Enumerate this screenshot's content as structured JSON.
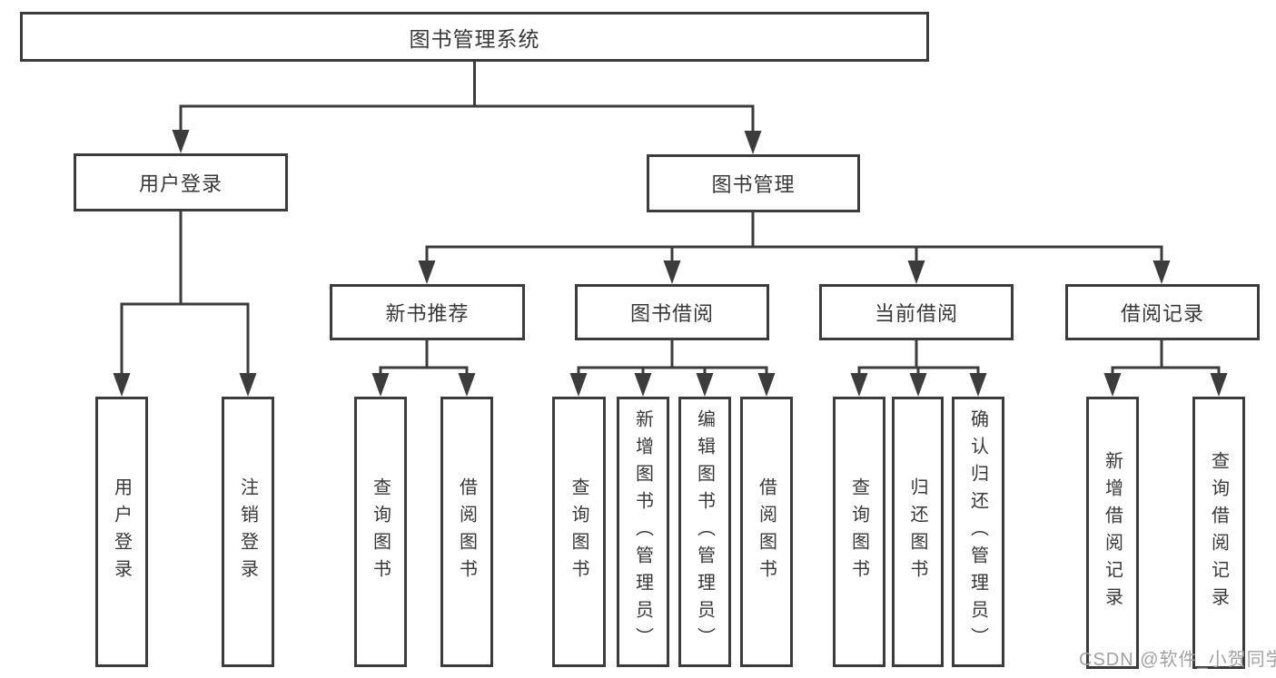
{
  "diagram": {
    "root": {
      "label": "图书管理系统"
    },
    "branches": [
      {
        "label": "用户登录",
        "leaves": [
          "用户登录",
          "注销登录"
        ]
      },
      {
        "label": "图书管理",
        "groups": [
          {
            "label": "新书推荐",
            "leaves": [
              "查询图书",
              "借阅图书"
            ]
          },
          {
            "label": "图书借阅",
            "leaves": [
              "查询图书",
              "新增图书（管理员）",
              "编辑图书（管理员）",
              "借阅图书"
            ]
          },
          {
            "label": "当前借阅",
            "leaves": [
              "查询图书",
              "归还图书",
              "确认归还（管理员）"
            ]
          },
          {
            "label": "借阅记录",
            "leaves": [
              "新增借阅记录",
              "查询借阅记录"
            ]
          }
        ]
      }
    ]
  },
  "watermark": {
    "text": "CSDN @软件_小贺同学"
  },
  "colors": {
    "line": "#3c3c3c",
    "text": "#383838",
    "box_background": "#ffffff",
    "watermark": "#a2a2a2",
    "page_background": "#ffffff"
  }
}
